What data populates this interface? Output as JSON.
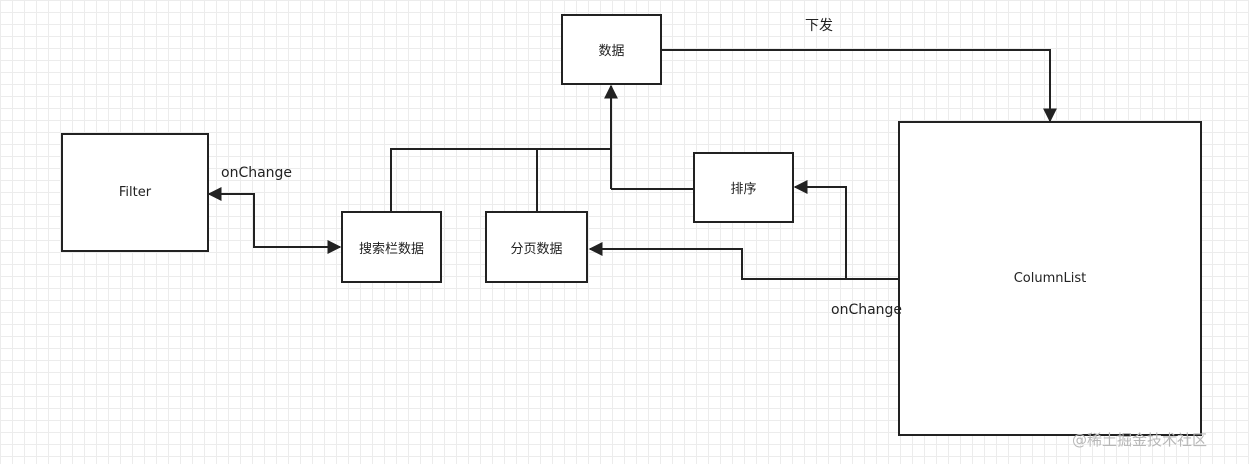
{
  "nodes": {
    "data": "数据",
    "filter": "Filter",
    "search_data": "搜索栏数据",
    "paging_data": "分页数据",
    "sort": "排序",
    "column_list": "ColumnList"
  },
  "edge_labels": {
    "dispatch": "下发",
    "filter_on_change": "onChange",
    "column_on_change": "onChange"
  },
  "watermark": "@稀土掘金技术社区"
}
